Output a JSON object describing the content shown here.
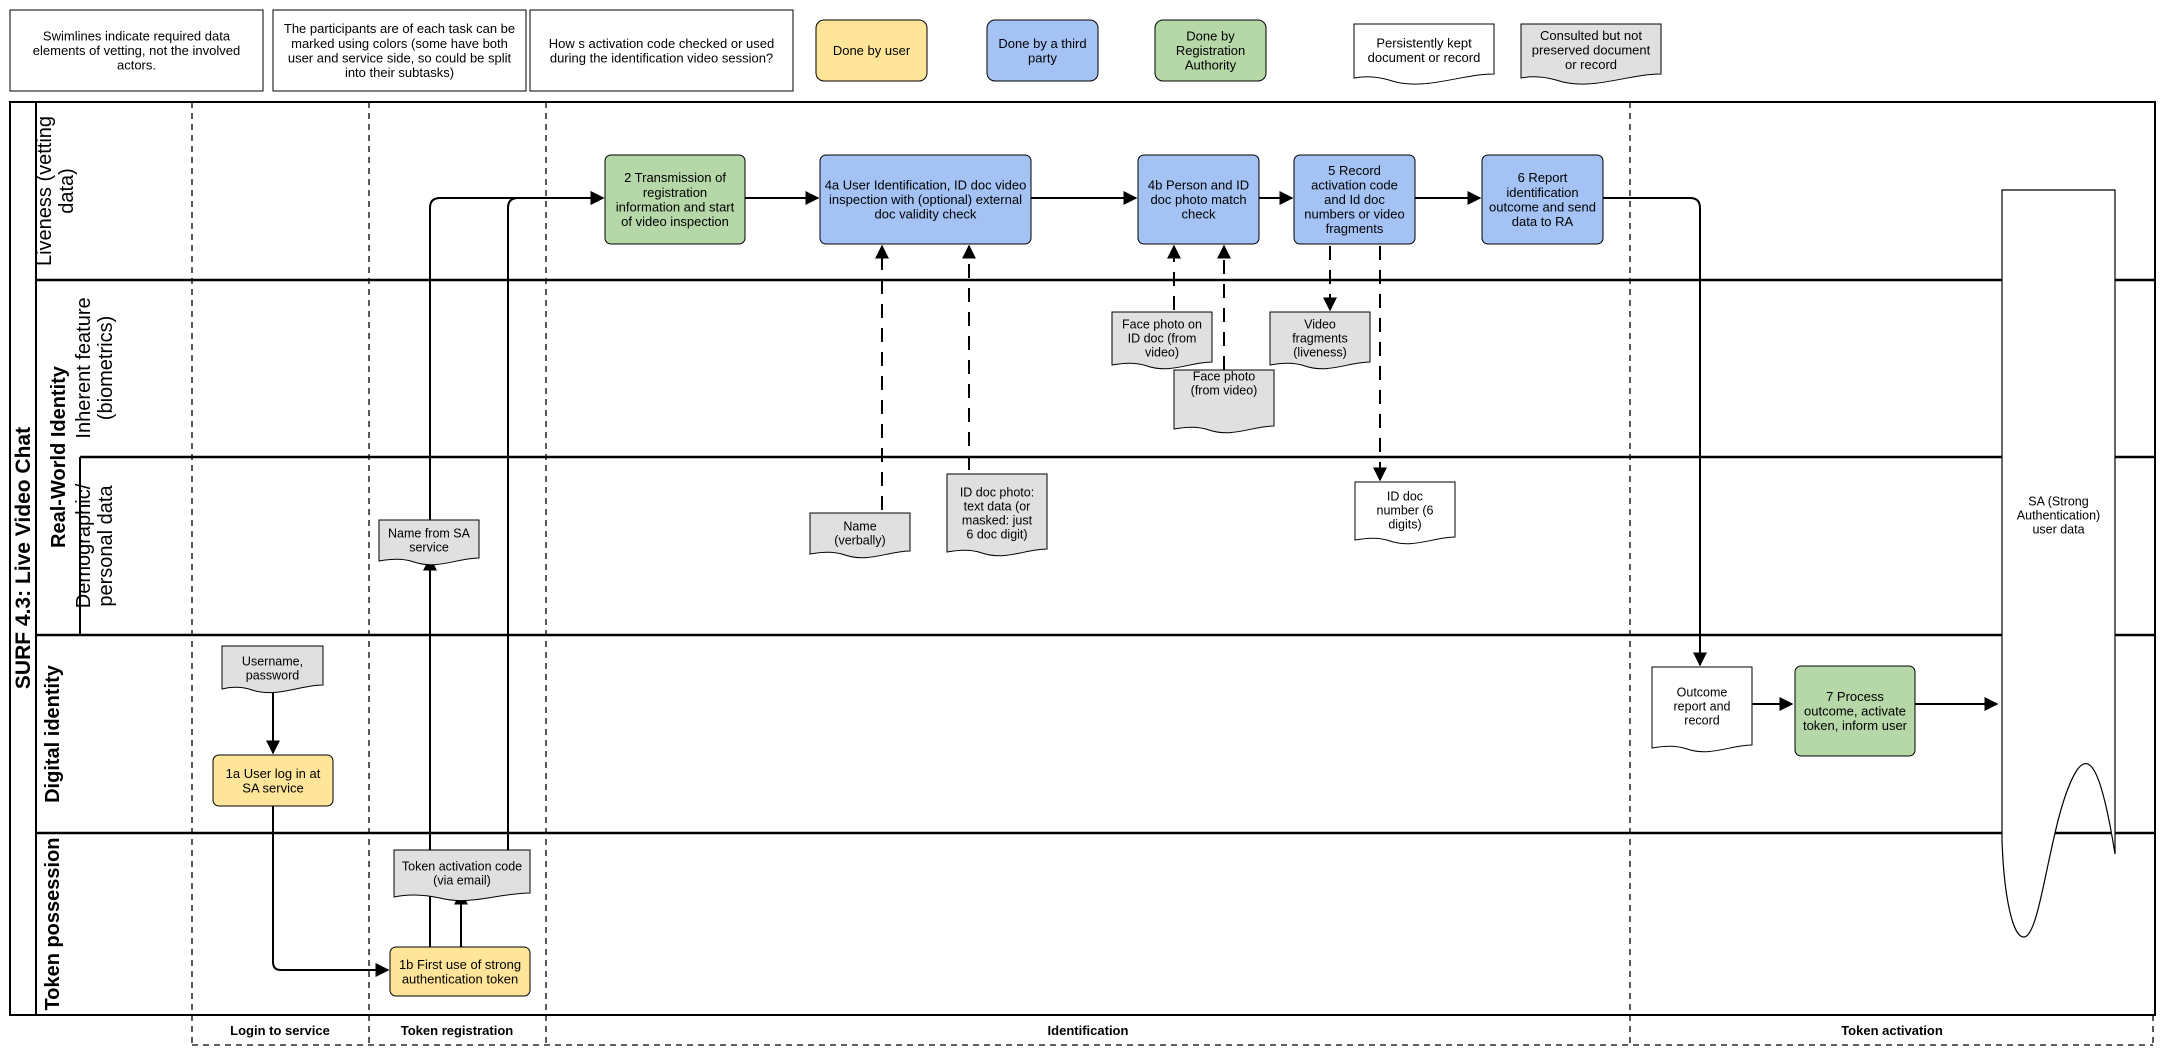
{
  "title": "SURF 4.3: Live Video Chat",
  "notes": [
    "Swimlines indicate required data elements of vetting, not the involved actors.",
    "The participants are of each task can be marked using colors (some have both user and service side, so could be split into their subtasks)",
    "How s activation code checked or used during the identification video session?"
  ],
  "legend": {
    "user": "Done by user",
    "third_party": "Done by a third party",
    "ra": "Done by Registration Authority",
    "kept": "Persistently kept document or record",
    "consulted": "Consulted but not preserved document or record"
  },
  "colors": {
    "user": "#ffe599",
    "third_party": "#a4c2f4",
    "ra": "#b6d7a8",
    "consulted": "#e0e0e0",
    "kept": "#ffffff",
    "line": "#000000"
  },
  "lanes": {
    "liveness": "Liveness (vetting data)",
    "inherent": "Inherent feature (biometrics)",
    "demographic": "Demographic/ personal data",
    "real_world": "Real-World Identity",
    "digital": "Digital identity",
    "token": "Token possession"
  },
  "phases": [
    "Login to service",
    "Token registration",
    "Identification",
    "Token activation"
  ],
  "tasks": {
    "t1a": "1a User log in at SA service",
    "t1b": "1b First use of strong authentication token",
    "t2": "2 Transmission of registration information and start of video inspection",
    "t4a": "4a User Identification, ID doc video inspection with (optional) external doc validity check",
    "t4b": "4b Person and ID doc photo match check",
    "t5": "5 Record activation code and Id doc numbers or video fragments",
    "t6": "6 Report identification outcome and send data to RA",
    "t7": "7 Process outcome, activate token, inform user"
  },
  "docs": {
    "username": "Username, password",
    "token_code": "Token activation code (via email)",
    "name_sa": "Name from SA service",
    "name_verbal": "Name (verbally)",
    "id_photo": "ID doc photo: text data (or masked: just 6 doc digit)",
    "face_id": "Face photo on ID doc (from video)",
    "face_video": "Face photo (from video)",
    "video_frag": "Video fragments (liveness)",
    "id_number": "ID doc number (6 digits)",
    "outcome": "Outcome report and record",
    "sa_data": "SA (Strong Authentication) user data"
  }
}
